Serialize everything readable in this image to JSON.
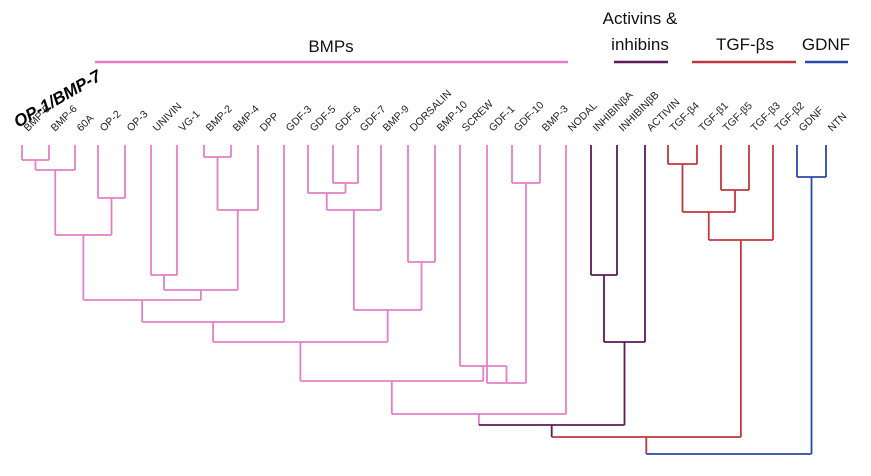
{
  "highlight_label": "OP-1/BMP-7",
  "colors": {
    "bmp": "#e57fc7",
    "activin": "#5c1a5a",
    "tgf": "#c2373f",
    "gdnf": "#2b4aa8",
    "text": "#222222"
  },
  "groups": [
    {
      "id": "bmp",
      "lines": [
        "BMPs"
      ]
    },
    {
      "id": "activin",
      "lines": [
        "Activins &",
        "inhibins"
      ]
    },
    {
      "id": "tgf",
      "lines": [
        "TGF-βs"
      ]
    },
    {
      "id": "gdnf",
      "lines": [
        "GDNF"
      ]
    }
  ],
  "leaves": [
    "BMP-5",
    "BMP-6",
    "60A",
    "OP-2",
    "OP-3",
    "UNIVIN",
    "VG-1",
    "BMP-2",
    "BMP-4",
    "DPP",
    "GDF-3",
    "GDF-5",
    "GDF-6",
    "GDF-7",
    "BMP-9",
    "DORSALIN",
    "BMP-10",
    "SCREW",
    "GDF-1",
    "GDF-10",
    "BMP-3",
    "NODAL",
    "INHIBINβA",
    "INHIBINβB",
    "ACTIVIN",
    "TGF-β4",
    "TGF-β1",
    "TGF-β5",
    "TGF-β3",
    "TGF-β2",
    "GDNF",
    "NTN"
  ],
  "leaf_groups": [
    "bmp",
    "bmp",
    "bmp",
    "bmp",
    "bmp",
    "bmp",
    "bmp",
    "bmp",
    "bmp",
    "bmp",
    "bmp",
    "bmp",
    "bmp",
    "bmp",
    "bmp",
    "bmp",
    "bmp",
    "bmp",
    "bmp",
    "bmp",
    "bmp",
    "bmp",
    "activin",
    "activin",
    "activin",
    "tgf",
    "tgf",
    "tgf",
    "tgf",
    "tgf",
    "gdnf",
    "gdnf"
  ]
}
